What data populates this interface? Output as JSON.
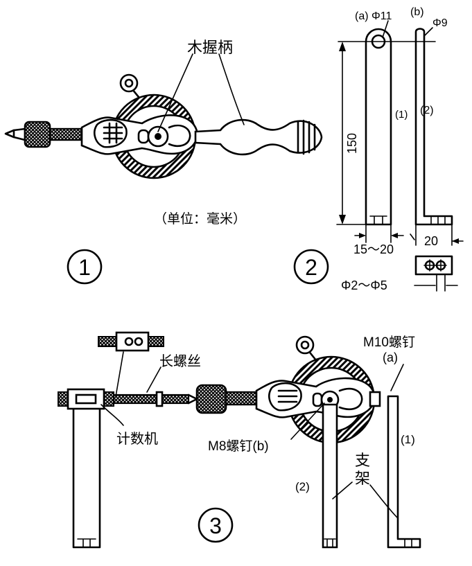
{
  "fig1": {
    "number": "1",
    "handle_label": "木握柄",
    "units_note": "（单位：毫米）"
  },
  "fig2": {
    "number": "2",
    "hole_a": "(a) Φ11",
    "hole_b": "(b)",
    "hole_b_dia": "Φ9",
    "length": "150",
    "part1": "(1)",
    "part2": "(2)",
    "width": "15～20",
    "foot": "20",
    "small_holes": "Φ2～Φ5"
  },
  "fig3": {
    "number": "3",
    "long_screw": "长螺丝",
    "counter": "计数机",
    "m10": "M10螺钉",
    "m10_a": "(a)",
    "m8": "M8螺钉(b)",
    "part1": "(1)",
    "part2": "(2)",
    "stand_1": "支",
    "stand_2": "架"
  }
}
